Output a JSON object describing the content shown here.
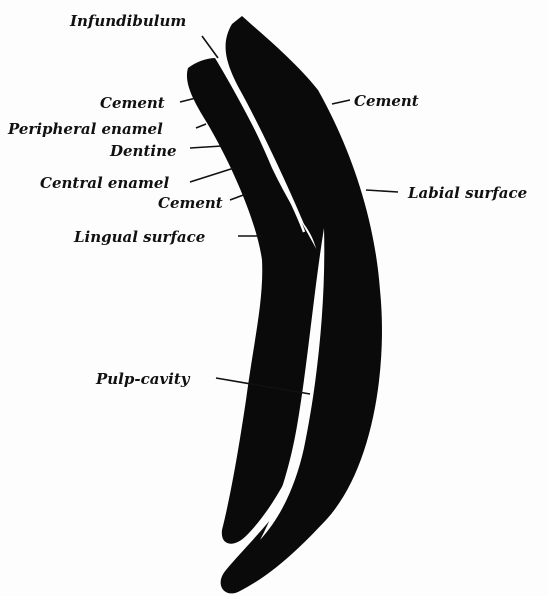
{
  "colors": {
    "tooth": "#0a0a0a",
    "background": "#fdfdfd",
    "ink": "#111111",
    "gap": "#ffffff"
  },
  "labels": {
    "infundibulum": "Infundibulum",
    "cement_top_left": "Cement",
    "peripheral_enamel": "Peripheral enamel",
    "dentine": "Dentine",
    "central_enamel": "Central enamel",
    "cement_inner": "Cement",
    "lingual_surface": "Lingual surface",
    "pulp_cavity": "Pulp-cavity",
    "cement_right": "Cement",
    "labial_surface": "Labial surface"
  }
}
